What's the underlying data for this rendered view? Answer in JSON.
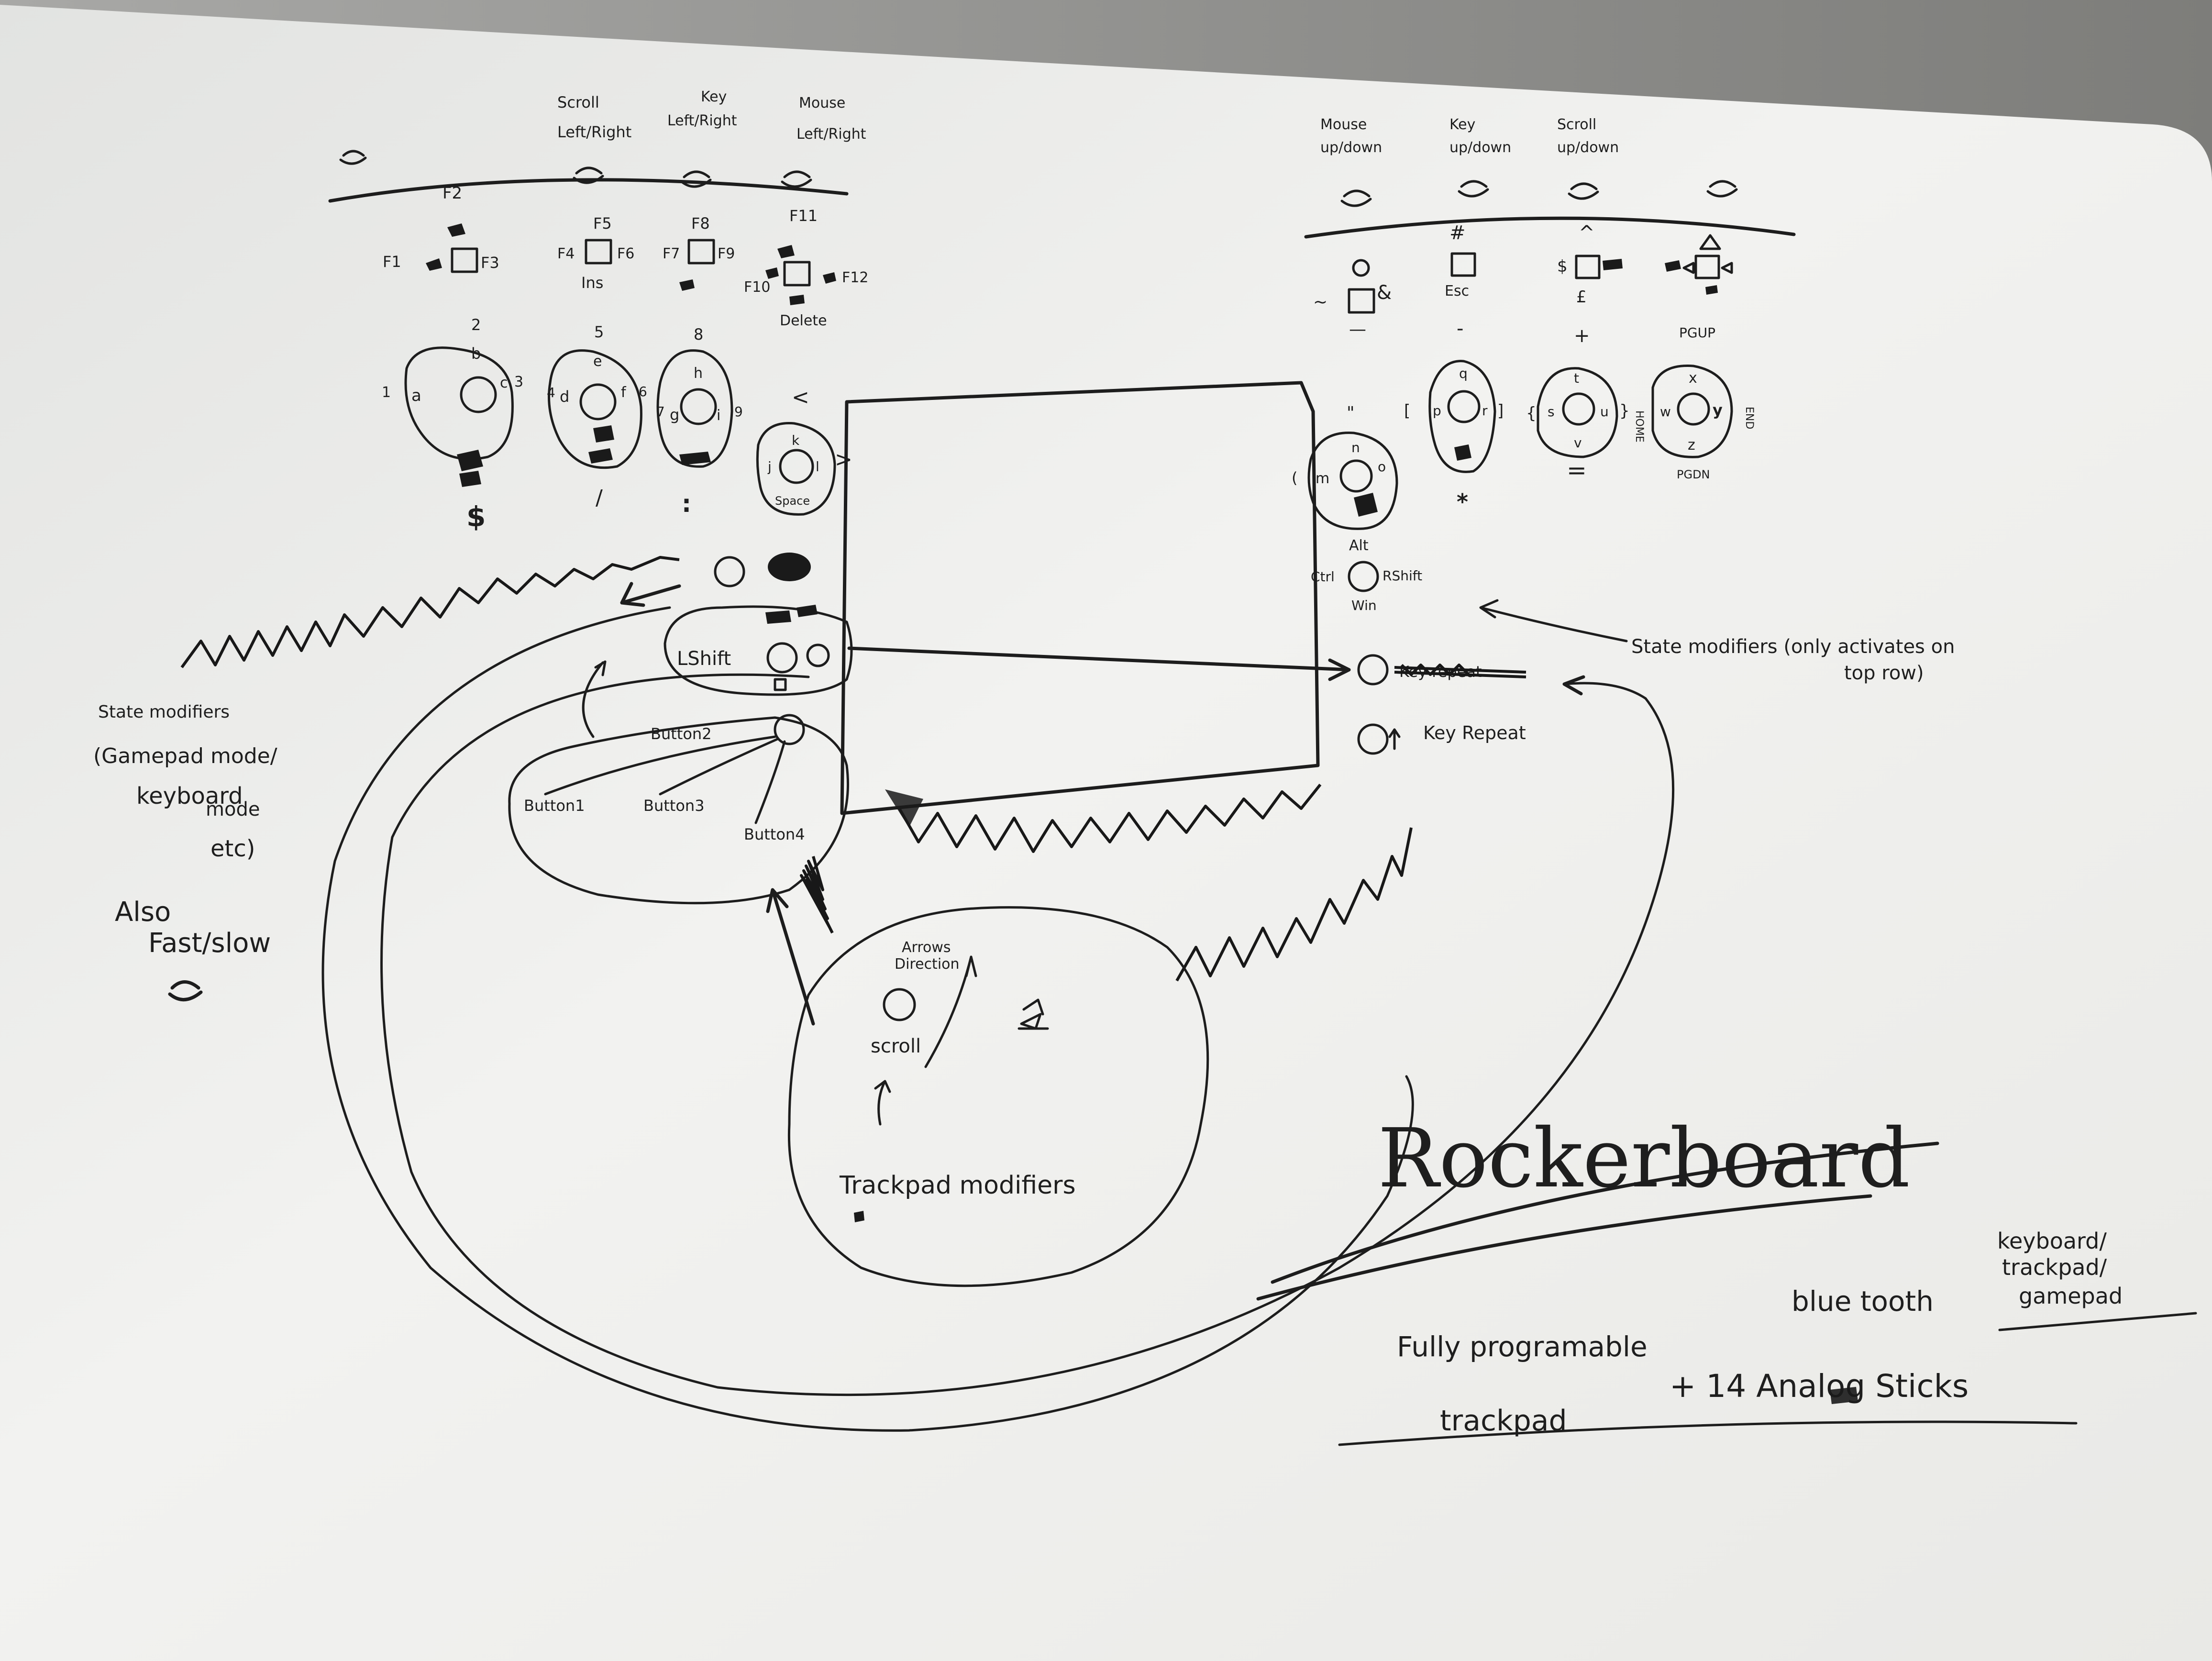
{
  "title": "Rockerboard",
  "subtitle": {
    "line1_left": "Fully programable",
    "line1_mid": "blue tooth",
    "line1_right": [
      "keyboard/",
      "trackpad/",
      "gamepad"
    ],
    "line2_left": "trackpad",
    "line2_right": "+ 14 Analog Sticks"
  },
  "top_left_labels": {
    "scroll": [
      "Scroll",
      "Left/Right"
    ],
    "key": [
      "Key",
      "Left/Right"
    ],
    "mouse": [
      "Mouse",
      "Left/Right"
    ]
  },
  "top_right_labels": {
    "mouse": [
      "Mouse",
      "up/down"
    ],
    "key": [
      "Key",
      "up/down"
    ],
    "scroll": [
      "Scroll",
      "up/down"
    ]
  },
  "left_dpads": [
    {
      "top": "F2",
      "left": "F1",
      "right": "F3",
      "bottom": ""
    },
    {
      "top": "F5",
      "left": "F4",
      "right": "F6",
      "bottom": "Ins"
    },
    {
      "top": "F8",
      "left": "F7",
      "right": "F9",
      "bottom": ""
    },
    {
      "top": "F11",
      "left": "F10",
      "right": "F12",
      "bottom": "Delete"
    }
  ],
  "right_dpads": [
    {
      "top": "",
      "left": "~",
      "right": "&",
      "bottom": "—"
    },
    {
      "top": "#",
      "left": "",
      "right": "",
      "bottom": "Esc"
    },
    {
      "top": "^",
      "left": "$",
      "right": "",
      "bottom": "£"
    },
    {
      "top": "",
      "left": "",
      "right": "",
      "bottom": ""
    }
  ],
  "left_sticks": [
    {
      "num_top": "2",
      "num_left": "1",
      "num_right": "3",
      "letters": [
        "a",
        "b",
        "c"
      ],
      "bottom_symbol": "$"
    },
    {
      "num_top": "5",
      "num_left": "4",
      "num_right": "6",
      "letters": [
        "d",
        "e",
        "f"
      ],
      "bottom_symbol": "/"
    },
    {
      "num_top": "8",
      "num_left": "7",
      "num_right": "9",
      "letters": [
        "g",
        "h",
        "i"
      ],
      "bottom_symbol": ":"
    },
    {
      "num_top": "<",
      "num_right": ">",
      "letters": [
        "j",
        "k",
        "l"
      ],
      "bottom_symbol": "Space"
    }
  ],
  "right_sticks": [
    {
      "top": "\"",
      "letters": [
        "m",
        "n",
        "o"
      ],
      "bottom_symbol": ""
    },
    {
      "top": "-",
      "letters": [
        "p",
        "q",
        "r"
      ],
      "left": "[",
      "right": "]",
      "bottom_symbol": "*"
    },
    {
      "top": "+",
      "letters": [
        "s",
        "t",
        "u",
        "v"
      ],
      "left": "{",
      "right": "}",
      "bottom_symbol": "="
    },
    {
      "top": "PGUP",
      "letters": [
        "w",
        "x",
        "y",
        "z"
      ],
      "side_left": "HOME",
      "side_right": "END",
      "bottom_symbol": "PGDN"
    }
  ],
  "modifiers_right": {
    "top": "Alt",
    "left": "Ctrl",
    "right": "RShift",
    "bottom": "Win"
  },
  "left_cluster": {
    "lshift": "LShift",
    "button2": "Button2",
    "button1": "Button1",
    "button3": "Button3",
    "button4": "Button4"
  },
  "right_buttons": {
    "key_repeat": "Key Repeat",
    "crossed_key_repeat": "Key repeat"
  },
  "annotations": {
    "state_modifiers_left": [
      "State modifiers",
      "(Gamepad mode/",
      "keyboard",
      "mode",
      "etc)"
    ],
    "also_fast_slow": [
      "Also",
      "Fast/slow"
    ],
    "state_modifiers_right": [
      "State modifiers (only activates on",
      "top row)"
    ],
    "arrows_direction": [
      "Arrows",
      "Direction"
    ],
    "scroll": "scroll",
    "trackpad_modifiers": "Trackpad modifiers"
  }
}
